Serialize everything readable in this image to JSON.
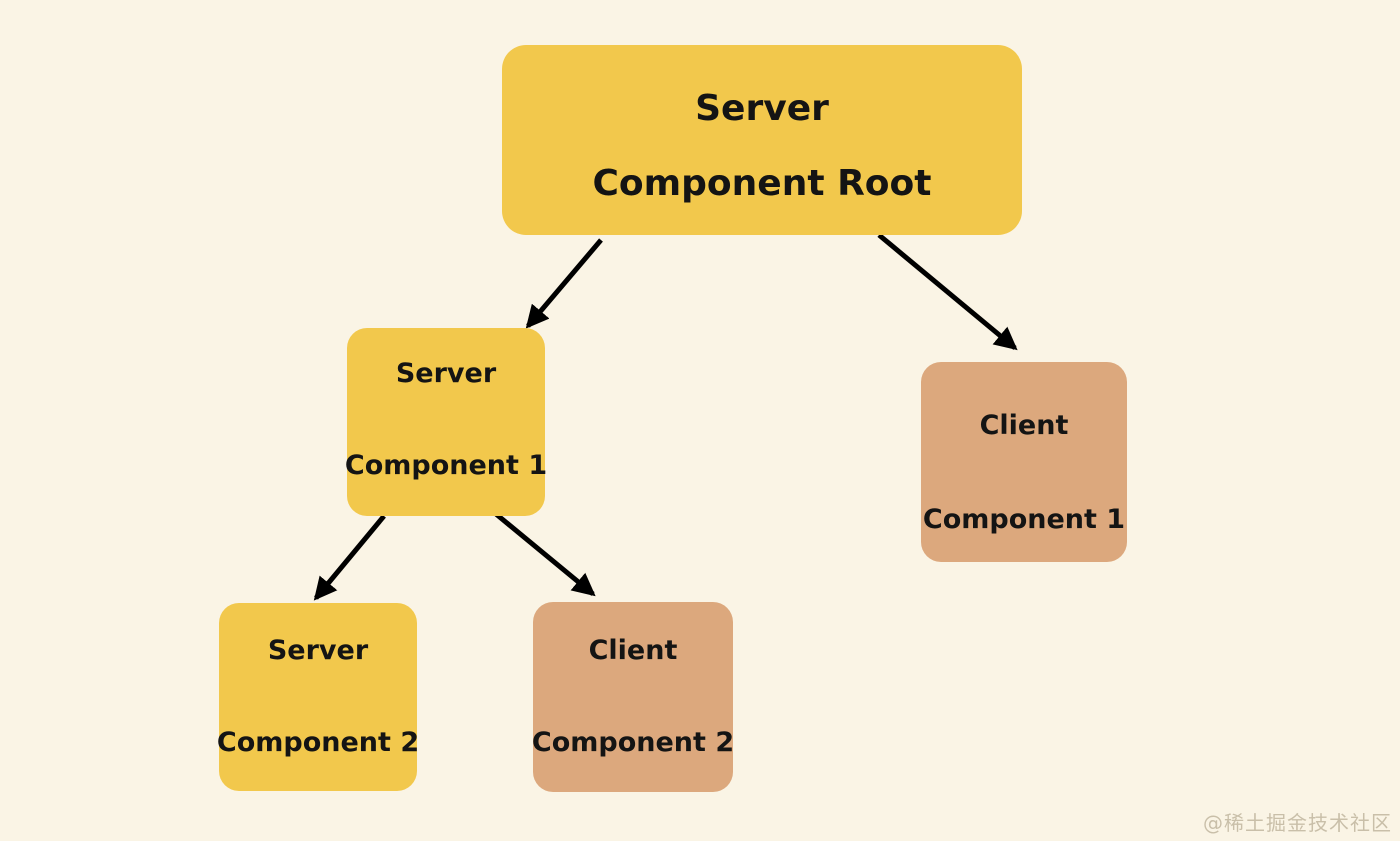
{
  "diagram": {
    "nodes": [
      {
        "id": "server-component-root",
        "line1": "Server",
        "line2": "Component Root",
        "type": "server"
      },
      {
        "id": "server-component-1",
        "line1": "Server",
        "line2": "Component 1",
        "type": "server"
      },
      {
        "id": "client-component-1",
        "line1": "Client",
        "line2": "Component 1",
        "type": "client"
      },
      {
        "id": "server-component-2",
        "line1": "Server",
        "line2": "Component 2",
        "type": "server"
      },
      {
        "id": "client-component-2",
        "line1": "Client",
        "line2": "Component 2",
        "type": "client"
      }
    ],
    "edges": [
      {
        "from": "server-component-root",
        "to": "server-component-1"
      },
      {
        "from": "server-component-root",
        "to": "client-component-1"
      },
      {
        "from": "server-component-1",
        "to": "server-component-2"
      },
      {
        "from": "server-component-1",
        "to": "client-component-2"
      }
    ],
    "colors": {
      "background": "#FAF4E5",
      "server_node": "#F2C84C",
      "client_node": "#DCA87D",
      "text": "#141414",
      "arrow": "#000000"
    }
  },
  "watermark": {
    "text": "@稀土掘金技术社区",
    "color": "#C9BFA9"
  }
}
